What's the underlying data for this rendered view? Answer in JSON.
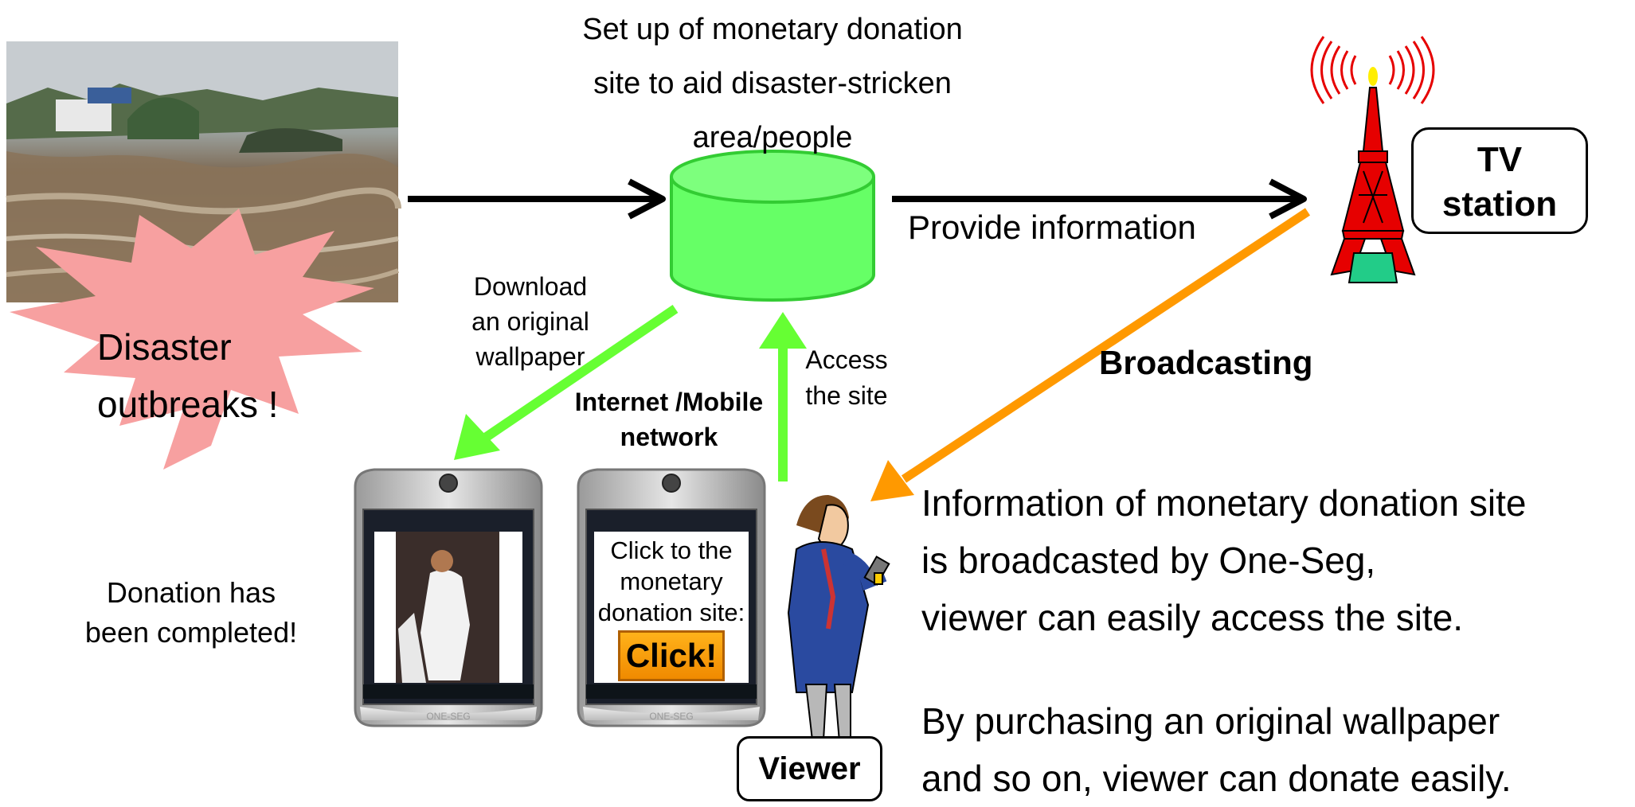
{
  "site_title": [
    "Set up of monetary  donation",
    "site to aid disaster-stricken",
    "area/people"
  ],
  "disaster_label": [
    "Disaster",
    "outbreaks !"
  ],
  "provide_information": "Provide information",
  "tv_station": [
    "TV",
    "station"
  ],
  "download_label": [
    "Download",
    "an original",
    "wallpaper"
  ],
  "access_label": [
    "Access",
    "the site"
  ],
  "network_label": [
    "Internet /Mobile",
    "network"
  ],
  "broadcasting_label": "Broadcasting",
  "phone_screen_text": [
    "Click to the",
    "monetary",
    "donation site:"
  ],
  "click_button": "Click!",
  "donation_done": [
    "Donation has",
    "been completed!"
  ],
  "viewer_label": "Viewer",
  "info_text": [
    "Information of monetary donation site",
    "is broadcasted by One-Seg,",
    "viewer can easily access the site."
  ],
  "purchase_text": [
    "By purchasing an original wallpaper",
    "and so on, viewer can donate easily."
  ],
  "phone_brand": "ONE-SEG",
  "colors": {
    "arrow_black": "#000000",
    "arrow_green": "#66ff33",
    "arrow_orange": "#ff9900",
    "server_fill": "#66ff66",
    "starburst": "#f7a0a0",
    "tower_red": "#e60000",
    "tower_base": "#22cc88",
    "click_orange": "#ff9900"
  }
}
